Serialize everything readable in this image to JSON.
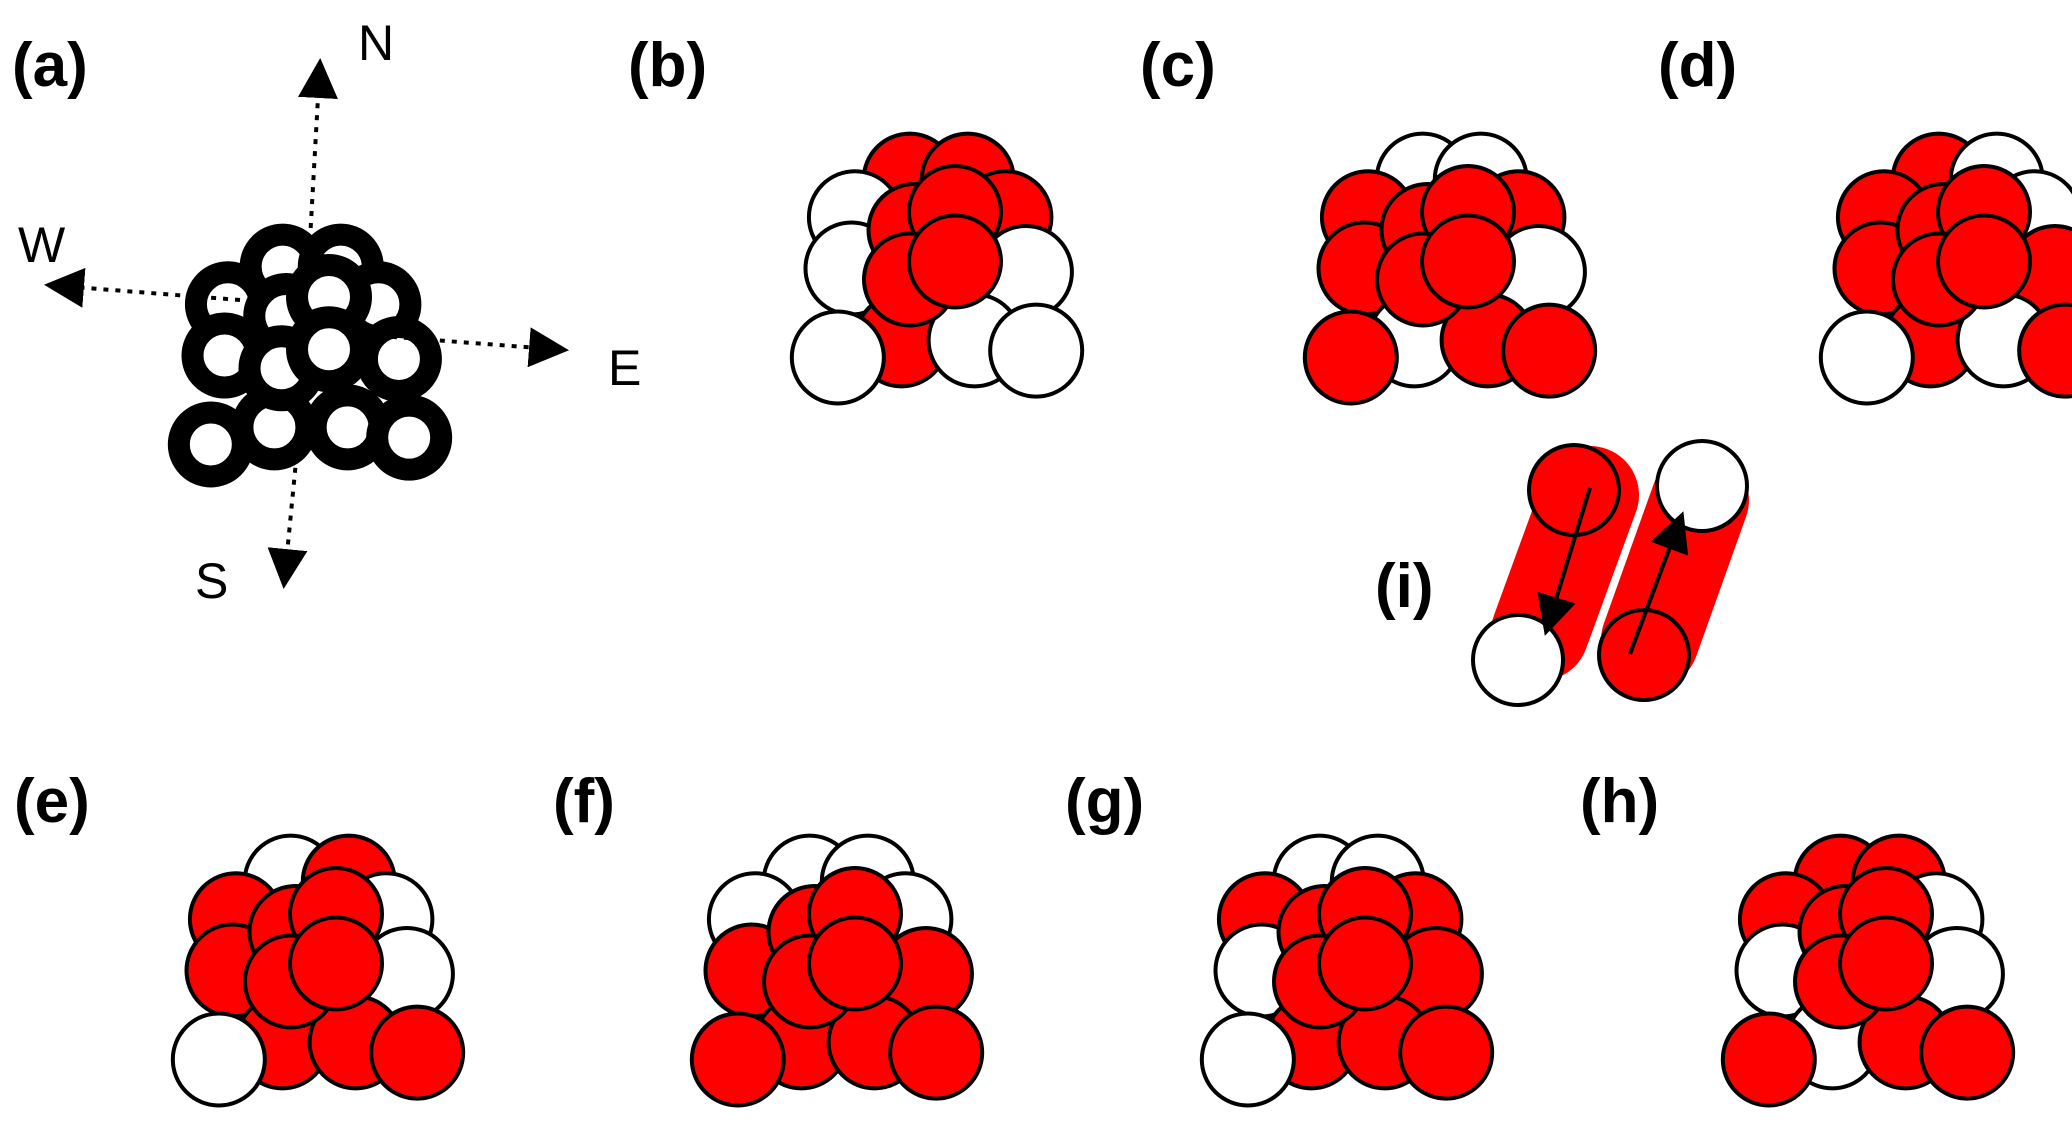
{
  "colors": {
    "filled": "#ff0000",
    "empty": "#ffffff",
    "stroke": "#000000"
  },
  "compass": {
    "north": "N",
    "south": "S",
    "east": "E",
    "west": "W"
  },
  "panels": [
    {
      "id": "a",
      "label": "(a)"
    },
    {
      "id": "b",
      "label": "(b)",
      "outer": [
        1,
        1,
        0,
        1,
        0,
        0,
        1,
        0,
        0,
        0
      ],
      "inner": [
        1,
        1,
        1,
        1
      ]
    },
    {
      "id": "c",
      "label": "(c)",
      "outer": [
        0,
        0,
        1,
        1,
        1,
        0,
        0,
        1,
        1,
        1
      ],
      "inner": [
        1,
        1,
        1,
        1
      ]
    },
    {
      "id": "d",
      "label": "(d)",
      "outer": [
        1,
        0,
        1,
        0,
        1,
        1,
        1,
        0,
        0,
        1
      ],
      "inner": [
        1,
        1,
        1,
        1
      ]
    },
    {
      "id": "e",
      "label": "(e)",
      "outer": [
        0,
        1,
        1,
        0,
        1,
        0,
        1,
        1,
        0,
        1
      ],
      "inner": [
        1,
        1,
        1,
        1
      ]
    },
    {
      "id": "f",
      "label": "(f)",
      "outer": [
        0,
        0,
        0,
        0,
        1,
        1,
        1,
        1,
        1,
        1
      ],
      "inner": [
        1,
        1,
        1,
        1
      ]
    },
    {
      "id": "g",
      "label": "(g)",
      "outer": [
        0,
        0,
        1,
        1,
        0,
        1,
        1,
        1,
        0,
        1
      ],
      "inner": [
        1,
        1,
        1,
        1
      ]
    },
    {
      "id": "h",
      "label": "(h)",
      "outer": [
        1,
        1,
        1,
        0,
        0,
        0,
        0,
        1,
        1,
        1
      ],
      "inner": [
        1,
        1,
        1,
        1
      ]
    },
    {
      "id": "i",
      "label": "(i)"
    }
  ]
}
